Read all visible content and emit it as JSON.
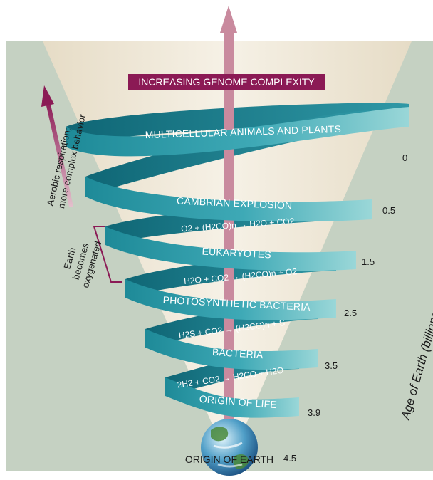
{
  "title": "INCREASING GENOME COMPLEXITY",
  "age_axis_label": "Age of Earth (billions of years ago)",
  "left_arrow_label": [
    "Aerobic respiration;",
    "more complex behavior"
  ],
  "bracket_label": [
    "Earth",
    "becomes",
    "oxygenated"
  ],
  "bands": [
    {
      "label": "MULTICELLULAR ANIMALS AND PLANTS",
      "age": "0"
    },
    {
      "label": "CAMBRIAN EXPLOSION",
      "age": "0.5"
    },
    {
      "label": "EUKARYOTES",
      "age": "1.5"
    },
    {
      "label": "PHOTOSYNTHETIC BACTERIA",
      "age": "2.5"
    },
    {
      "label": "BACTERIA",
      "age": "3.5"
    },
    {
      "label": "ORIGIN OF LIFE",
      "age": "3.9"
    }
  ],
  "equations": [
    {
      "id": "eq-respiration",
      "text": "O2 + (H2CO)n → H2O + CO2"
    },
    {
      "id": "eq-photosynthesis",
      "text": "H2O + CO2 → (H2CO)n + O2"
    },
    {
      "id": "eq-sulfur",
      "text": "H2S + CO2 → (H2CO)n + S"
    },
    {
      "id": "eq-methane",
      "text": "2H2 + CO2 → H2CO + H2O"
    }
  ],
  "origin": {
    "label": "ORIGIN OF EARTH",
    "age": "4.5"
  },
  "colors": {
    "background": "#c5d1c2",
    "cone": "#ece4d4",
    "band": "#3fa9b6",
    "band_light": "#8ed2d6",
    "band_dark": "#1f7f8c",
    "title_bg": "#8b1a55",
    "arrow": "#c98a9e",
    "left_arrow": "#8b1a55"
  }
}
